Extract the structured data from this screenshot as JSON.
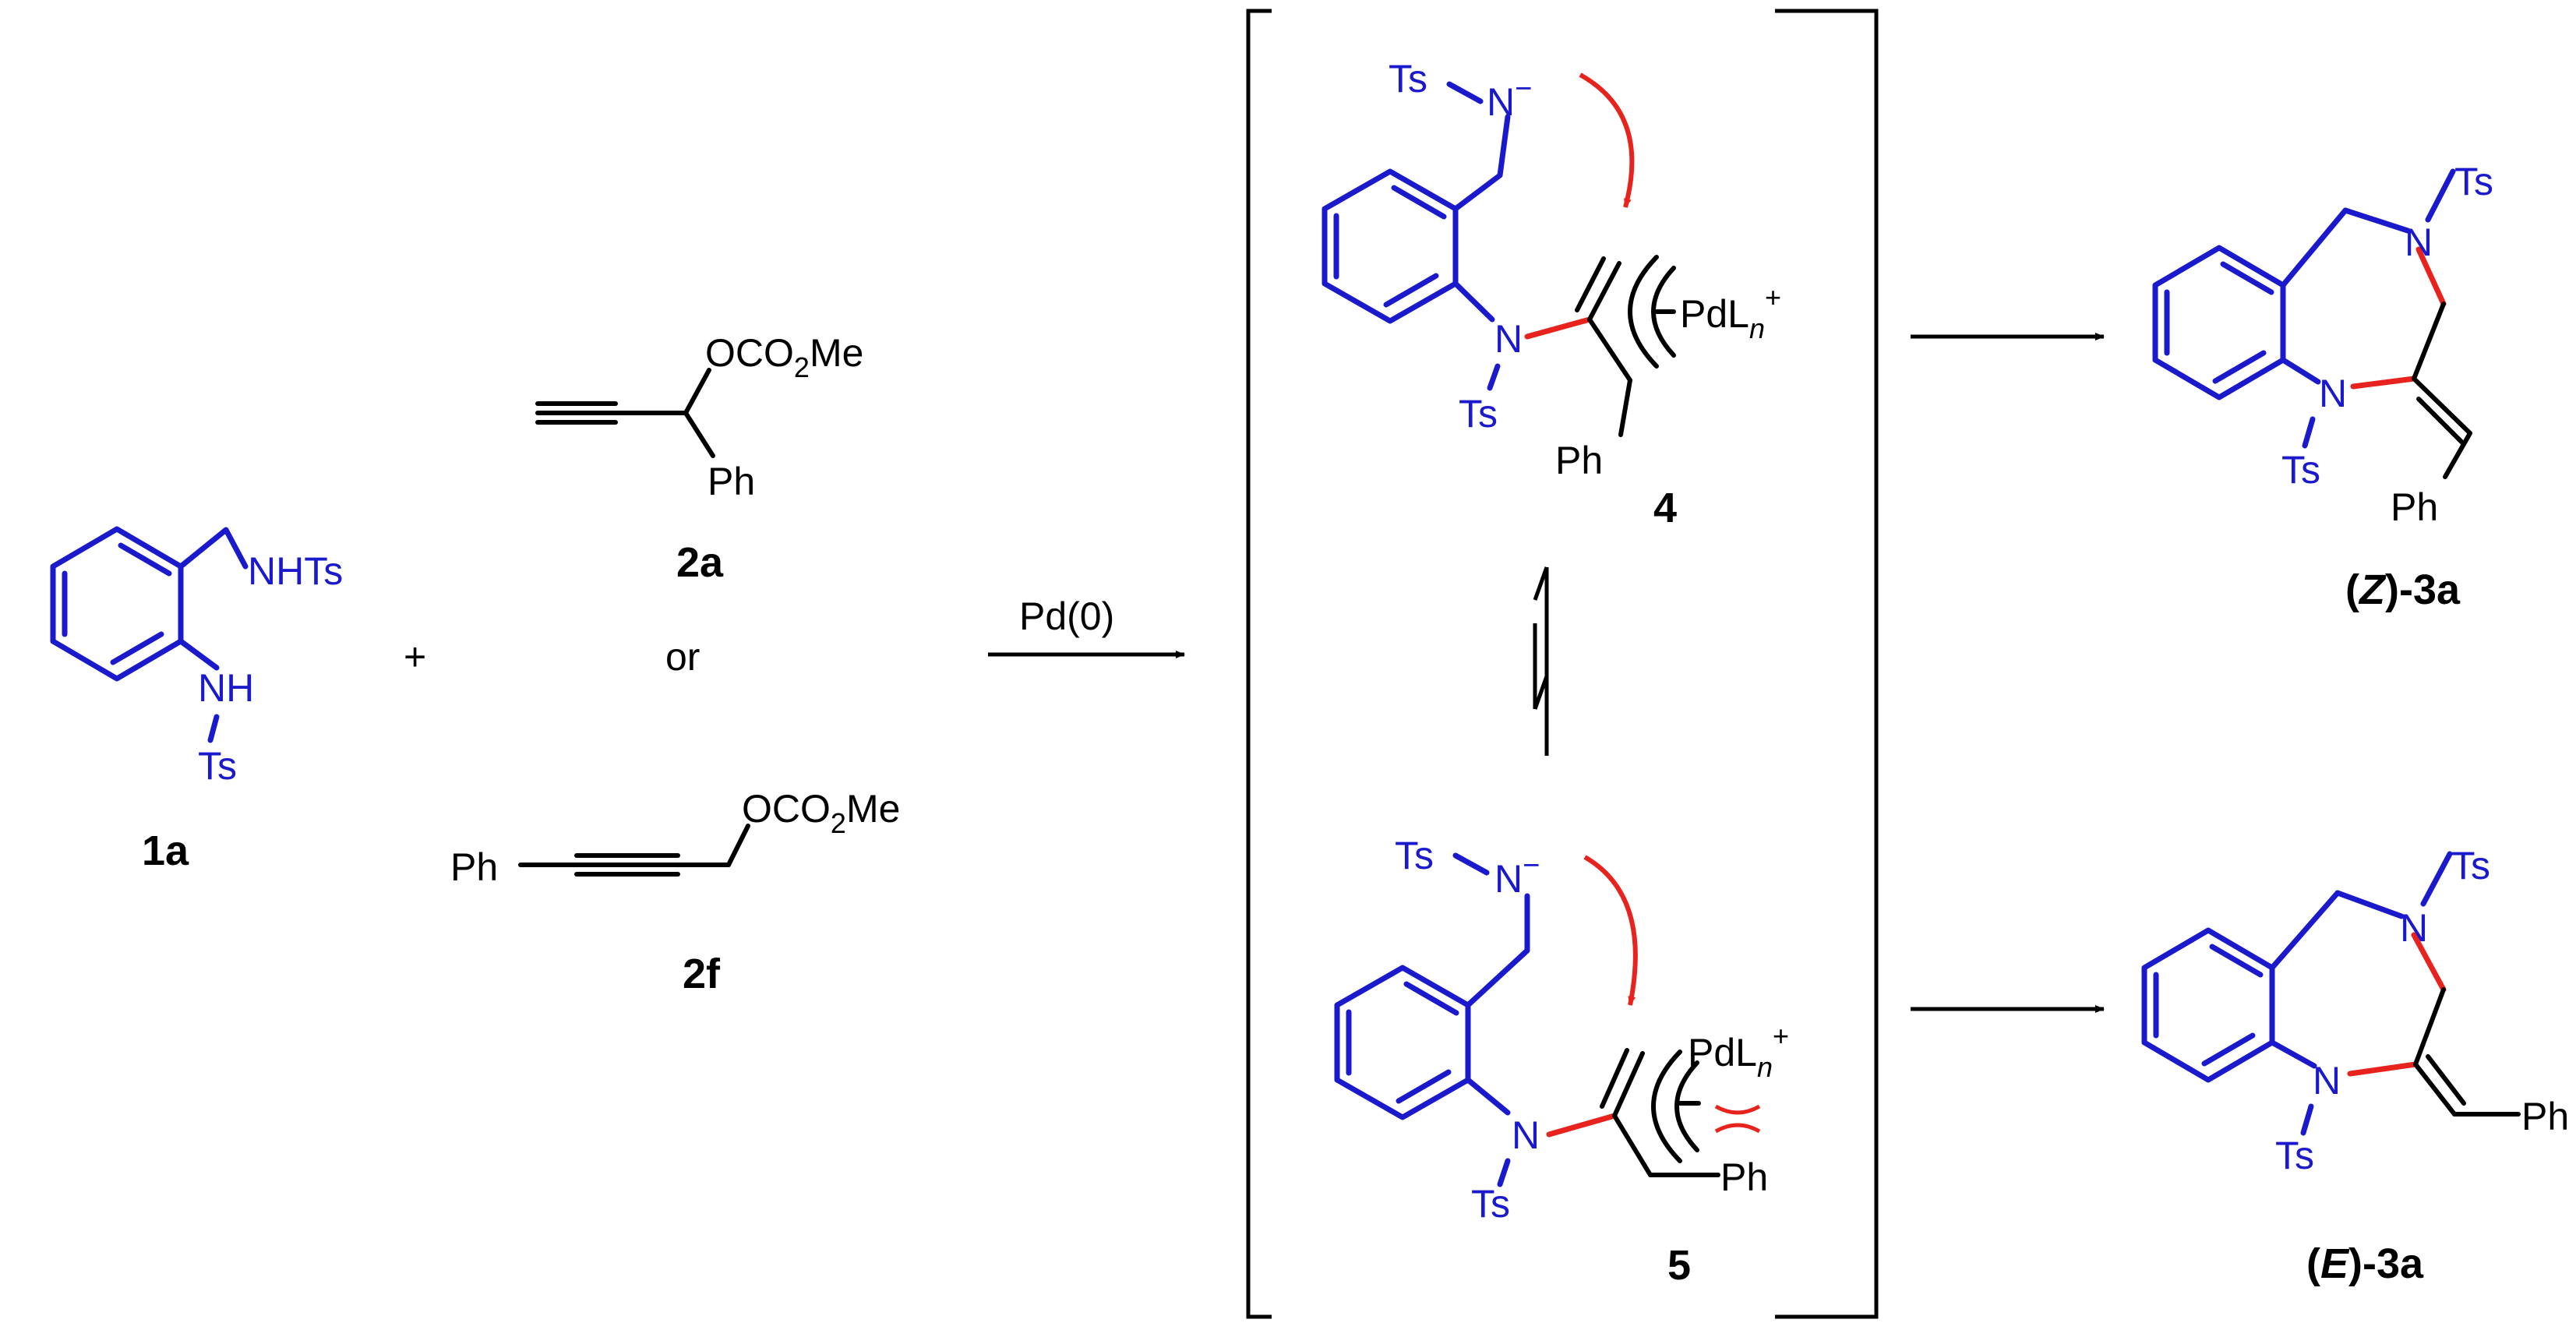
{
  "colors": {
    "structure": "#1a1acc",
    "new_bond": "#e8231e",
    "text": "#000000"
  },
  "compounds": {
    "c1a": {
      "label": "1a",
      "substituent_top": "NHTs",
      "substituent_nh": "NH",
      "substituent_ts": "Ts"
    },
    "c2a": {
      "label": "2a",
      "group_carbonate": "OCO",
      "group_subscript": "2",
      "group_me": "Me",
      "group_ph": "Ph"
    },
    "c2f": {
      "label": "2f",
      "group_ph": "Ph",
      "group_carbonate": "OCO",
      "group_subscript": "2",
      "group_me": "Me"
    },
    "c4": {
      "label": "4",
      "ts_top": "Ts",
      "n_minus": "N",
      "minus": "−",
      "n_ring": "N",
      "ts_bottom": "Ts",
      "pd": "PdL",
      "pd_sub": "n",
      "pd_sup": "+",
      "ph": "Ph"
    },
    "c5": {
      "label": "5",
      "ts_top": "Ts",
      "n_minus": "N",
      "minus": "−",
      "n_ring": "N",
      "ts_bottom": "Ts",
      "pd": "PdL",
      "pd_sub": "n",
      "pd_sup": "+",
      "ph": "Ph"
    },
    "z3a": {
      "label_open": "(",
      "label_iso": "Z",
      "label_close": ")-3a",
      "n_top": "N",
      "ts_top": "Ts",
      "n_bottom": "N",
      "ts_bottom": "Ts",
      "ph": "Ph"
    },
    "e3a": {
      "label_open": "(",
      "label_iso": "E",
      "label_close": ")-3a",
      "n_top": "N",
      "ts_top": "Ts",
      "n_bottom": "N",
      "ts_bottom": "Ts",
      "ph": "Ph"
    }
  },
  "plus_sign": "+",
  "or_text": "or",
  "reagent": "Pd(0)"
}
